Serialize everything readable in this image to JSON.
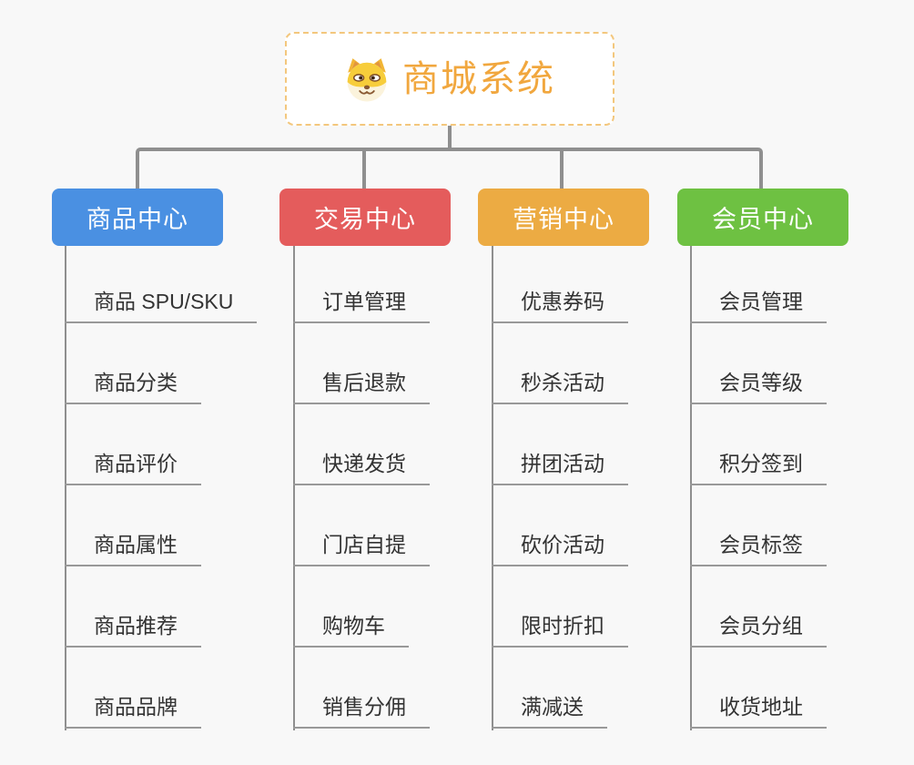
{
  "page": {
    "background": "#f8f8f8"
  },
  "root": {
    "title": "商城系统",
    "icon": "dog-face-icon",
    "title_color": "#f1a73e",
    "border_color": "#f3c77d"
  },
  "connector": {
    "color": "#8f8f8f",
    "leaf_line_color": "#999999"
  },
  "branches": [
    {
      "label": "商品中心",
      "color": "#4a90e2",
      "items": [
        "商品 SPU/SKU",
        "商品分类",
        "商品评价",
        "商品属性",
        "商品推荐",
        "商品品牌"
      ]
    },
    {
      "label": "交易中心",
      "color": "#e45c5c",
      "items": [
        "订单管理",
        "售后退款",
        "快递发货",
        "门店自提",
        "购物车",
        "销售分佣"
      ]
    },
    {
      "label": "营销中心",
      "color": "#ecab43",
      "items": [
        "优惠券码",
        "秒杀活动",
        "拼团活动",
        "砍价活动",
        "限时折扣",
        "满减送"
      ]
    },
    {
      "label": "会员中心",
      "color": "#6ec142",
      "items": [
        "会员管理",
        "会员等级",
        "积分签到",
        "会员标签",
        "会员分组",
        "收货地址"
      ]
    }
  ]
}
